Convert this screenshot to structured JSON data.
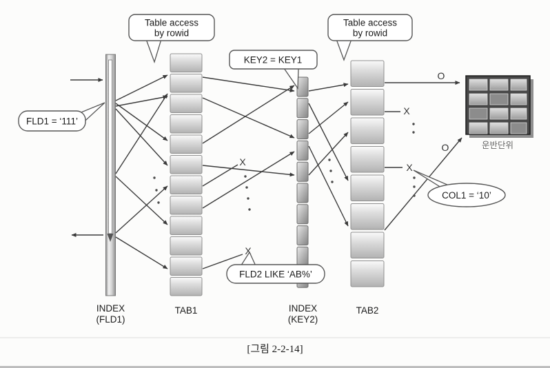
{
  "figure": {
    "caption": "[그림 2-2-14]"
  },
  "callouts": {
    "table_access_left": {
      "line1": "Table access",
      "line2": "by rowid"
    },
    "table_access_right": {
      "line1": "Table access",
      "line2": "by rowid"
    },
    "key_join": "KEY2 = KEY1",
    "fld1_filter": "FLD1 = ‘111’",
    "fld2_filter": "FLD2 LIKE ‘AB%’",
    "col1_filter": "COL1 = ‘10’"
  },
  "labels": {
    "index1_line1": "INDEX",
    "index1_line2": "(FLD1)",
    "tab1": "TAB1",
    "index2_line1": "INDEX",
    "index2_line2": "(KEY2)",
    "tab2": "TAB2",
    "transport_unit": "운반단위"
  },
  "marks": [
    {
      "name": "discard-x-between-tab1-index2",
      "symbol": "X"
    },
    {
      "name": "discard-x-fld2-filter",
      "symbol": "X"
    },
    {
      "name": "pass-o-top-row",
      "symbol": "O"
    },
    {
      "name": "discard-x-tab2-upper",
      "symbol": "X"
    },
    {
      "name": "pass-o-mid-row",
      "symbol": "O"
    },
    {
      "name": "discard-x-tab2-lower",
      "symbol": "X"
    }
  ],
  "colors": {
    "arrow": "#3a3a3a",
    "bubble_border": "#555555",
    "bar_edge": "#777777"
  }
}
